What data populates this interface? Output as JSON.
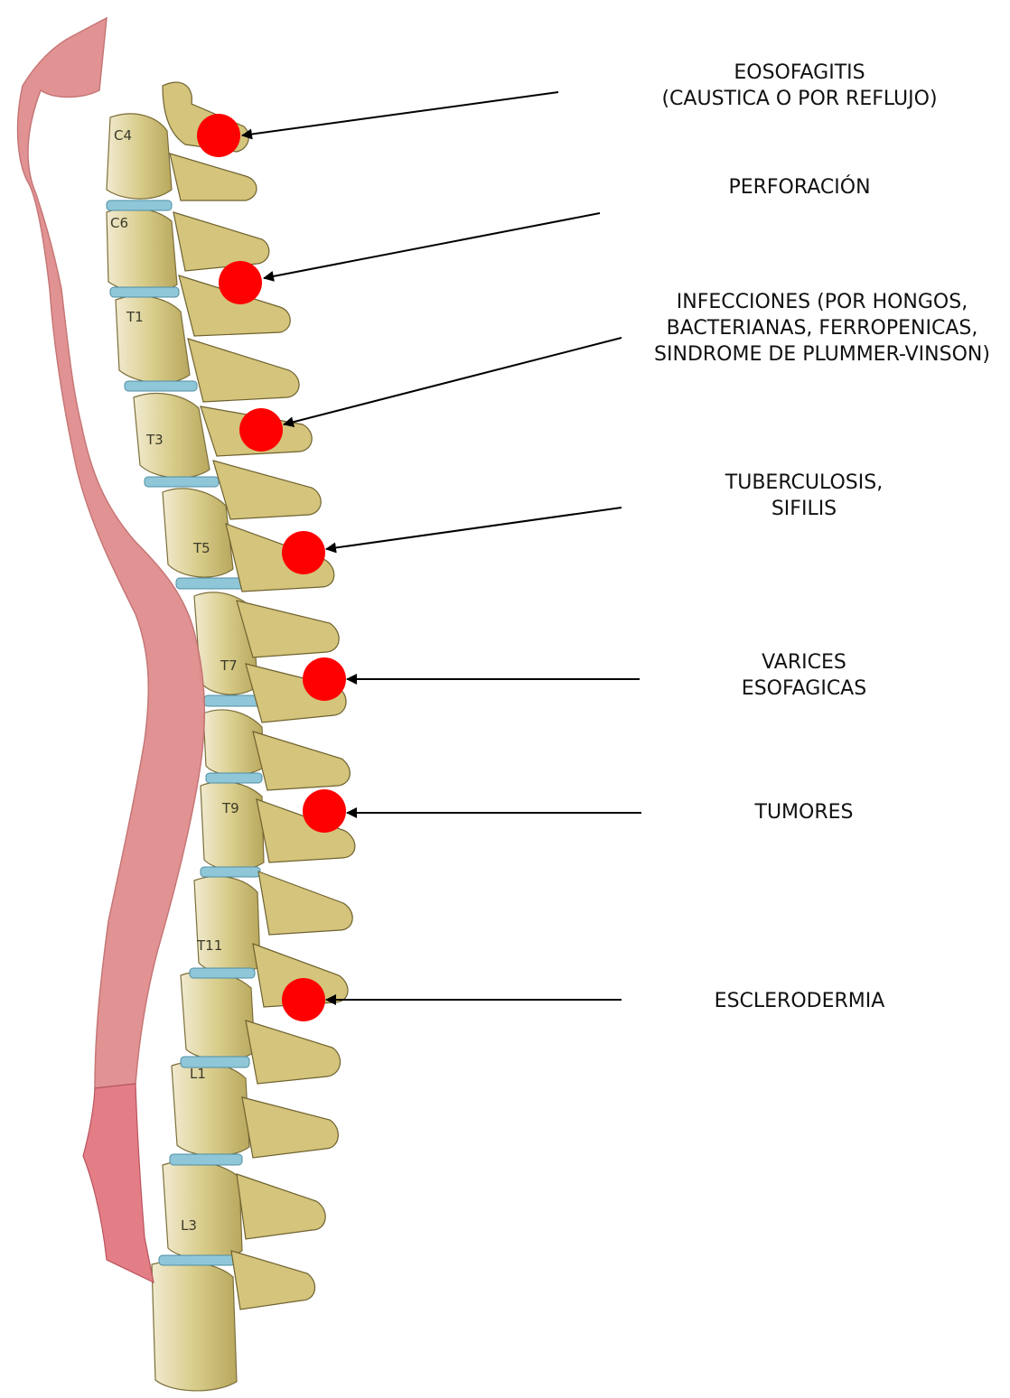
{
  "colors": {
    "marker": "#ff0000",
    "arrow": "#000000",
    "esophagus": "#e08e8e",
    "bone": "#d8cc8a",
    "disc": "#8fc7d8"
  },
  "vertebra_labels": [
    "C4",
    "C6",
    "T1",
    "T3",
    "T5",
    "T7",
    "T9",
    "T11",
    "L1",
    "L3"
  ],
  "annotations": [
    {
      "lines": [
        "EOSOFAGITIS",
        "(CAUSTICA O POR REFLUJO)"
      ]
    },
    {
      "lines": [
        "PERFORACIÓN"
      ]
    },
    {
      "lines": [
        "INFECCIONES (POR HONGOS,",
        "BACTERIANAS, FERROPENICAS,",
        "SINDROME DE PLUMMER-VINSON)"
      ]
    },
    {
      "lines": [
        "TUBERCULOSIS,",
        "SIFILIS"
      ]
    },
    {
      "lines": [
        "VARICES",
        "ESOFAGICAS"
      ]
    },
    {
      "lines": [
        "TUMORES"
      ]
    },
    {
      "lines": [
        "ESCLERODERMIA"
      ]
    }
  ]
}
